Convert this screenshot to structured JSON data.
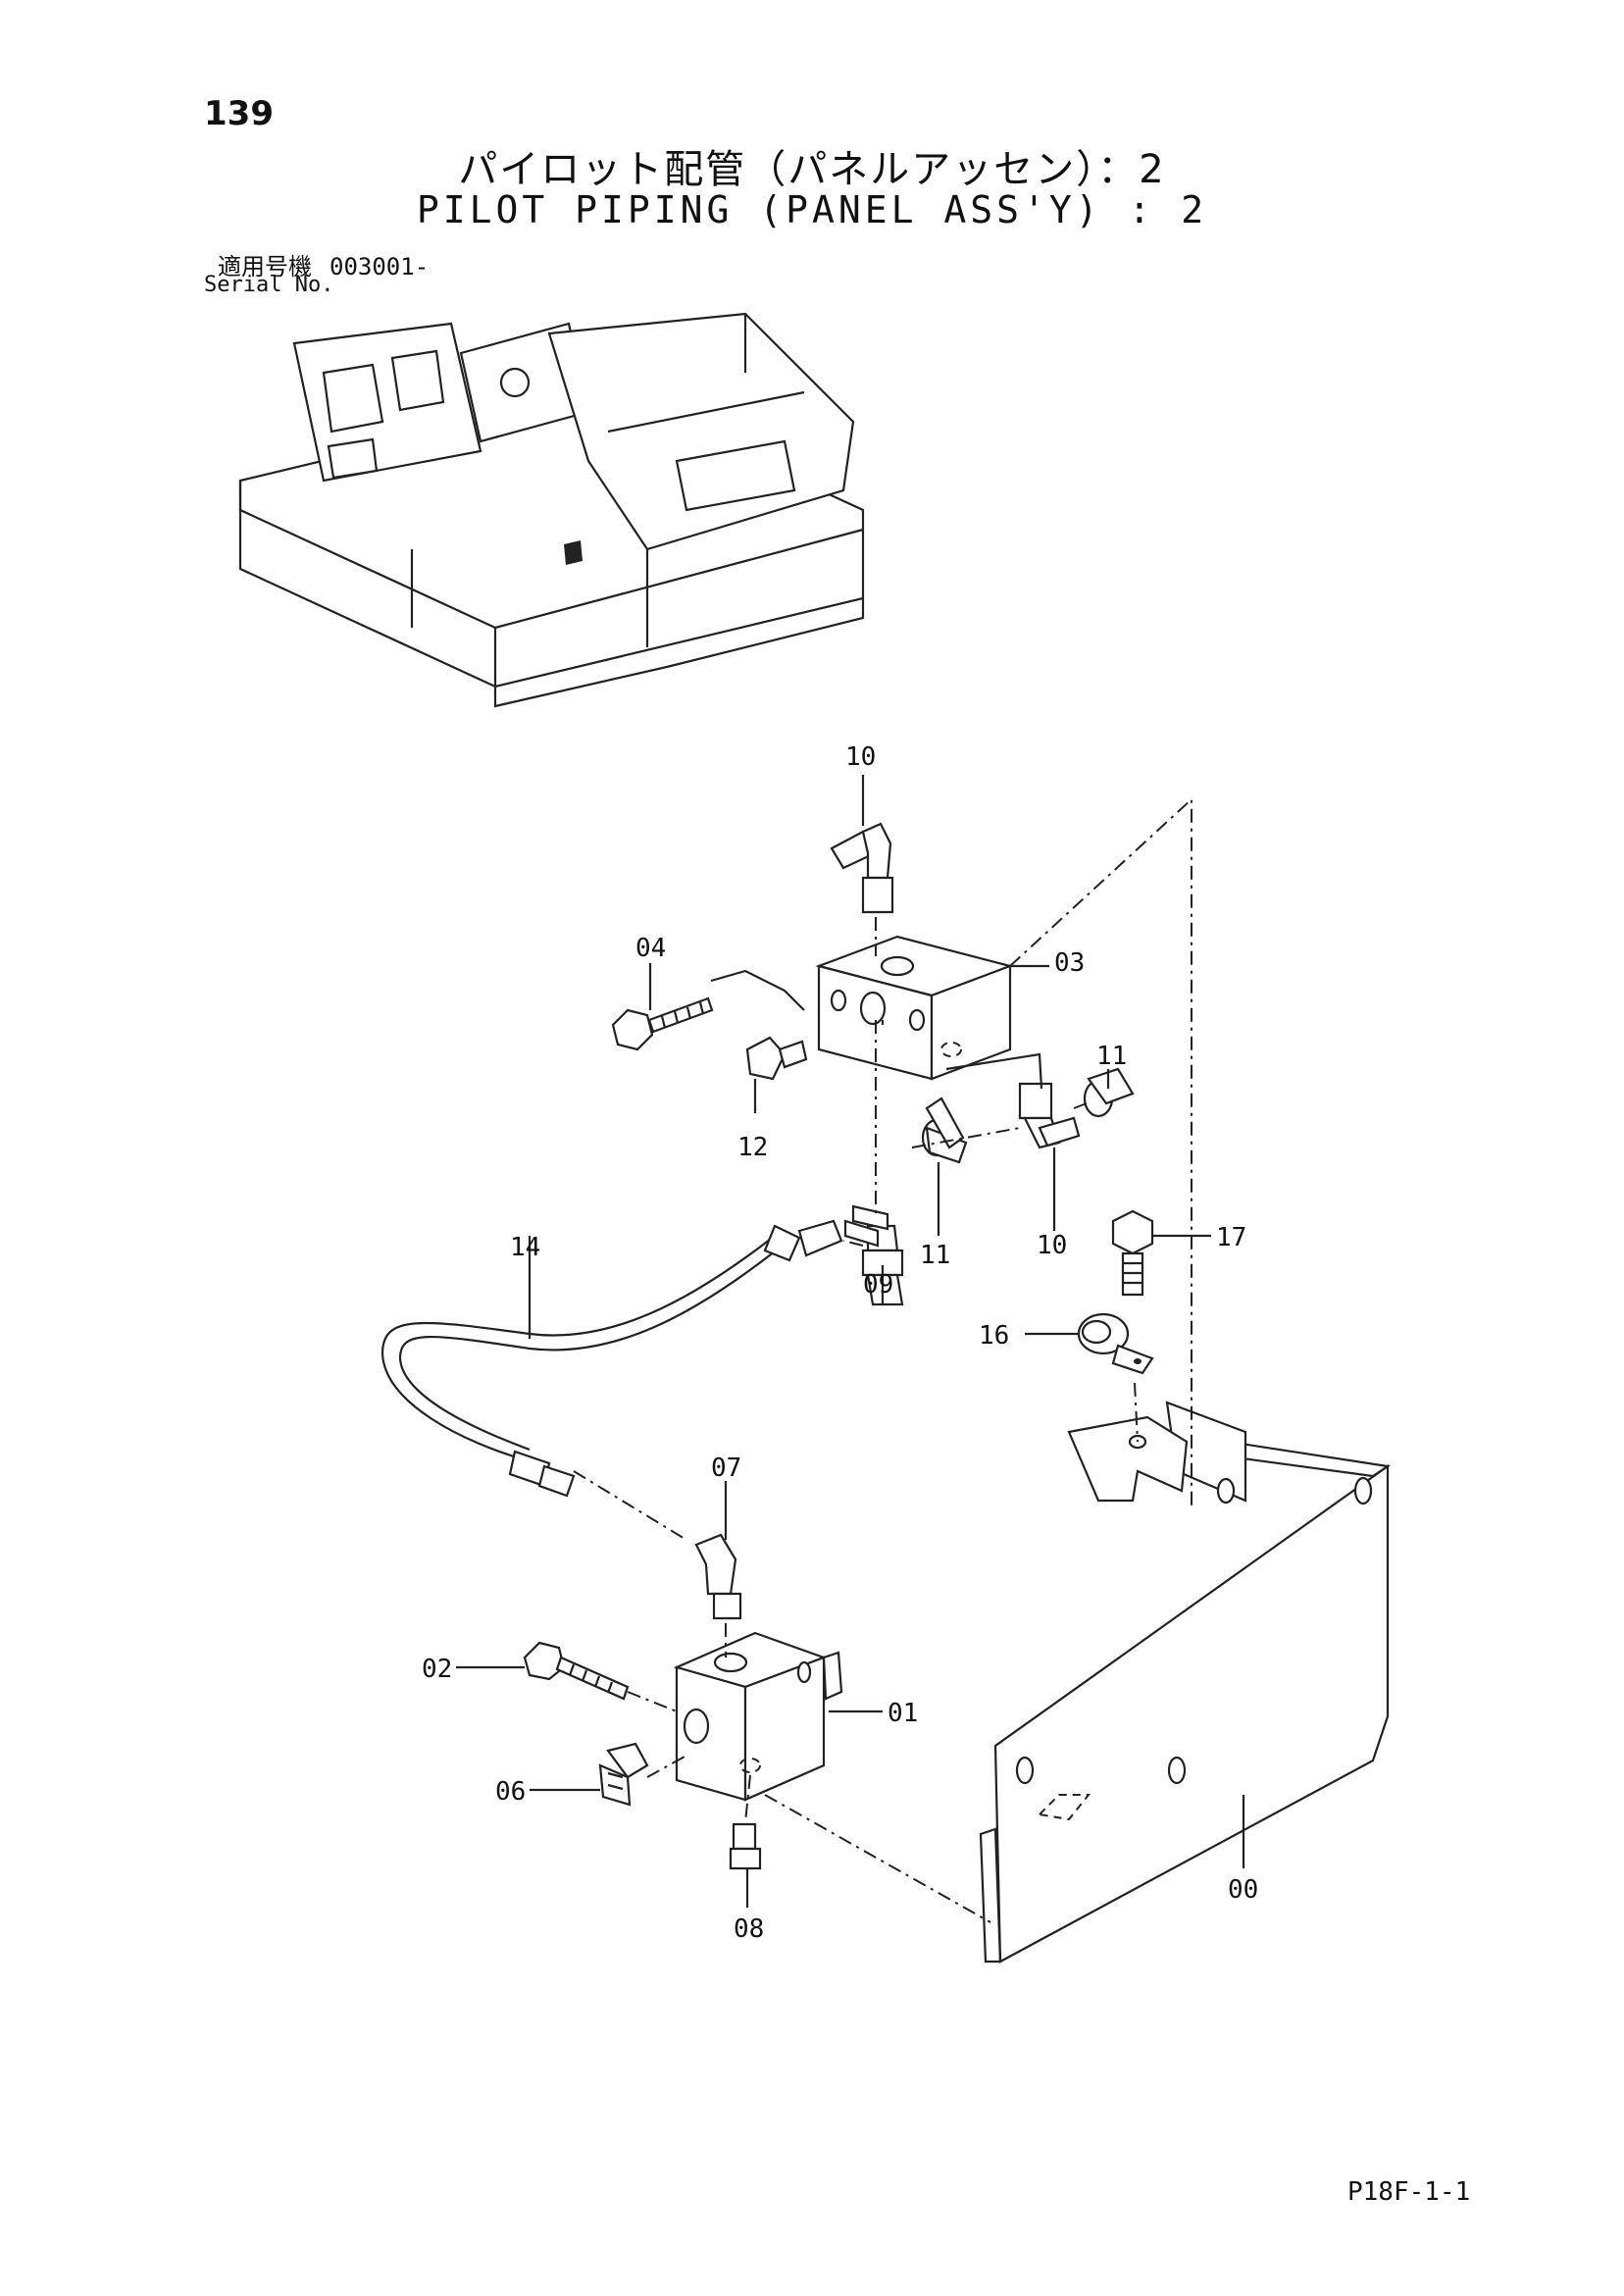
{
  "page_number": "139",
  "title_jp": "パイロット配管（パネルアッセン）：2",
  "title_en": "PILOT PIPING (PANEL ASS'Y) : 2",
  "serial_label_jp": "適用号機",
  "serial_value": "003001-",
  "serial_label_en": "Serial No.",
  "page_code": "P18F-1-1",
  "callouts": {
    "c00": "00",
    "c01": "01",
    "c02": "02",
    "c03": "03",
    "c04": "04",
    "c06": "06",
    "c07": "07",
    "c08": "08",
    "c09": "09",
    "c10a": "10",
    "c10b": "10",
    "c11a": "11",
    "c11b": "11",
    "c12": "12",
    "c14": "14",
    "c16": "16",
    "c17": "17"
  }
}
